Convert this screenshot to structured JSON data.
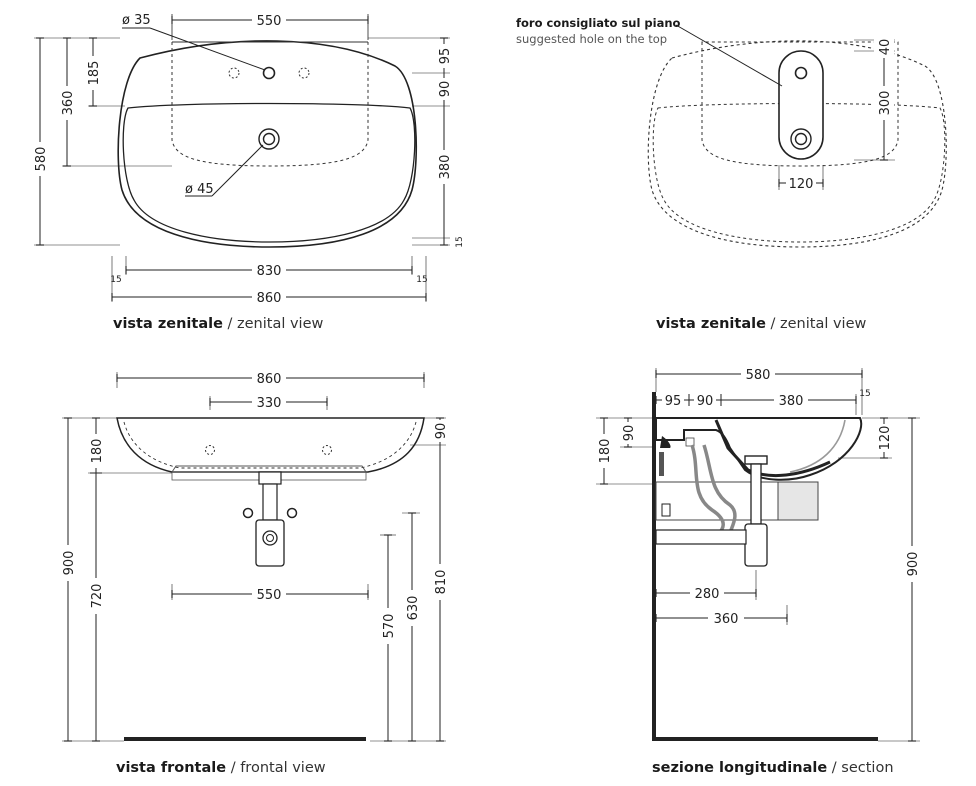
{
  "views": {
    "top_left": {
      "caption_it": "vista zenitale",
      "caption_sep": " / ",
      "caption_en": "zenital view",
      "dims": {
        "d35": "ø 35",
        "w550": "550",
        "h185": "185",
        "h360": "360",
        "h580": "580",
        "d45": "ø 45",
        "r95": "95",
        "r90": "90",
        "r380": "380",
        "r15": "15",
        "w830": "830",
        "w860": "860",
        "l15": "15",
        "rr15": "15"
      }
    },
    "top_right": {
      "caption_it": "vista zenitale",
      "caption_sep": " / ",
      "caption_en": "zenital view",
      "note_it": "foro consigliato sul piano",
      "note_en": "suggested hole on the top",
      "dims": {
        "h40": "40",
        "h300": "300",
        "w120": "120"
      }
    },
    "bottom_left": {
      "caption_it": "vista frontale",
      "caption_sep": " / ",
      "caption_en": "frontal view",
      "dims": {
        "w860": "860",
        "w330": "330",
        "h180": "180",
        "h90": "90",
        "h900": "900",
        "h720": "720",
        "w550": "550",
        "h570": "570",
        "h630": "630",
        "h810": "810"
      }
    },
    "bottom_right": {
      "caption_it": "sezione longitudinale",
      "caption_sep": " / ",
      "caption_en": "section",
      "dims": {
        "w580": "580",
        "w95": "95",
        "w90": "90",
        "w380": "380",
        "w15": "15",
        "h180": "180",
        "h90": "90",
        "h120": "120",
        "h900": "900",
        "w280": "280",
        "w360": "360"
      }
    }
  }
}
